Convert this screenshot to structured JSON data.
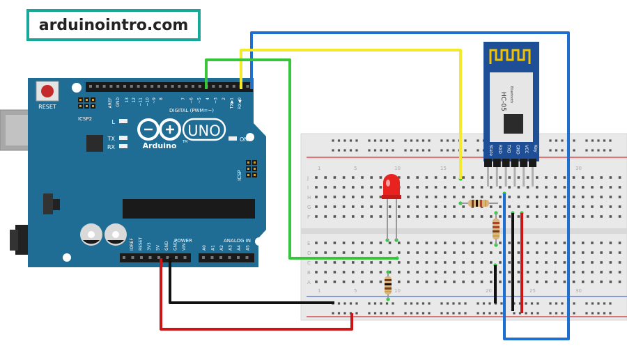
{
  "site": {
    "watermark": "arduinointro.com"
  },
  "arduino": {
    "name": "Arduino",
    "model": "UNO",
    "tm": "TM",
    "reset": "RESET",
    "icsp2": "ICSP2",
    "icsp": "ICSP",
    "on": "ON",
    "l": "L",
    "tx": "TX",
    "rx": "RX",
    "aref": "AREF",
    "gnd_top": "GND",
    "digital": "DIGITAL (PWM=~)",
    "digital_pins": [
      "13",
      "12",
      "~11",
      "~10",
      "~9",
      "8",
      "7",
      "~6",
      "~5",
      "4",
      "~3",
      "2",
      "TX▶1",
      "RX◀0"
    ],
    "power": "POWER",
    "power_pins": [
      "IOREF",
      "RESET",
      "3V3",
      "5V",
      "GND",
      "GND",
      "VIN"
    ],
    "analog": "ANALOG IN",
    "analog_pins": [
      "A0",
      "A1",
      "A2",
      "A3",
      "A4",
      "A5"
    ]
  },
  "module": {
    "name": "HC-05",
    "sub": "Bluetooth",
    "pins": [
      "State",
      "RXD",
      "TXD",
      "GND",
      "VCC",
      "Key"
    ]
  },
  "breadboard": {
    "rows_top": [
      "J",
      "I",
      "H",
      "G",
      "F"
    ],
    "rows_bottom": [
      "E",
      "D",
      "C",
      "B",
      "A"
    ],
    "col_numbers": [
      "1",
      "5",
      "10",
      "15",
      "20",
      "25",
      "30"
    ]
  },
  "colors": {
    "board": "#1f6c94",
    "breadboard": "#e9e9e9",
    "wire_blue": "#1e6fd0",
    "wire_yellow": "#f3ea2e",
    "wire_green": "#38c43b",
    "wire_black": "#111111",
    "wire_red": "#cc1414",
    "led": "#e8231f",
    "brand_border": "#17a89a"
  }
}
